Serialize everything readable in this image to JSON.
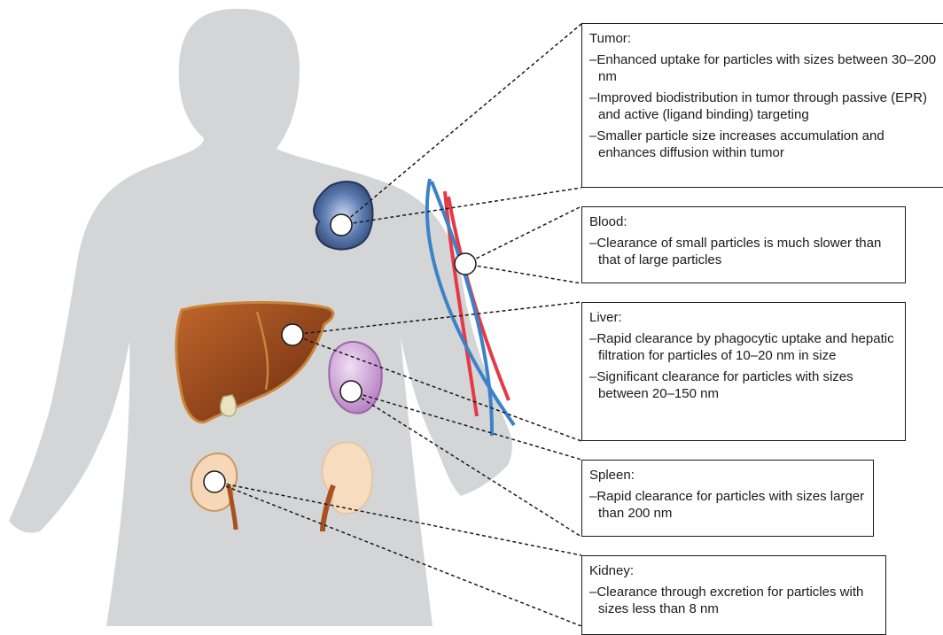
{
  "colors": {
    "body_silhouette": "#d4d5d7",
    "leader_line": "#1a1a1a",
    "artery": "#e63946",
    "vein": "#3b82c9",
    "liver": "#9b4a1f",
    "spleen": "#c89ad0",
    "kidney": "#f6d7b8",
    "tumor": "#3e5a8a",
    "particle_marker": "#ffffff"
  },
  "annotations": [
    {
      "key": "tumor",
      "title": "Tumor:",
      "items": [
        "–Enhanced uptake for particles with sizes between 30–200 nm",
        "–Improved biodistribution in tumor through passive (EPR) and active (ligand binding) targeting",
        "–Smaller particle size increases accumulation and enhances diffusion within tumor"
      ]
    },
    {
      "key": "blood",
      "title": "Blood:",
      "items": [
        "–Clearance of small particles is much slower than that of large particles"
      ]
    },
    {
      "key": "liver",
      "title": "Liver:",
      "items": [
        "–Rapid clearance by phagocytic uptake and hepatic filtration for particles of 10–20 nm in size",
        "–Significant clearance for particles with sizes between 20–150 nm"
      ]
    },
    {
      "key": "spleen",
      "title": "Spleen:",
      "items": [
        "–Rapid clearance for particles with sizes larger than 200 nm"
      ]
    },
    {
      "key": "kidney",
      "title": "Kidney:",
      "items": [
        "–Clearance through excretion for particles with sizes less than 8 nm"
      ]
    }
  ]
}
